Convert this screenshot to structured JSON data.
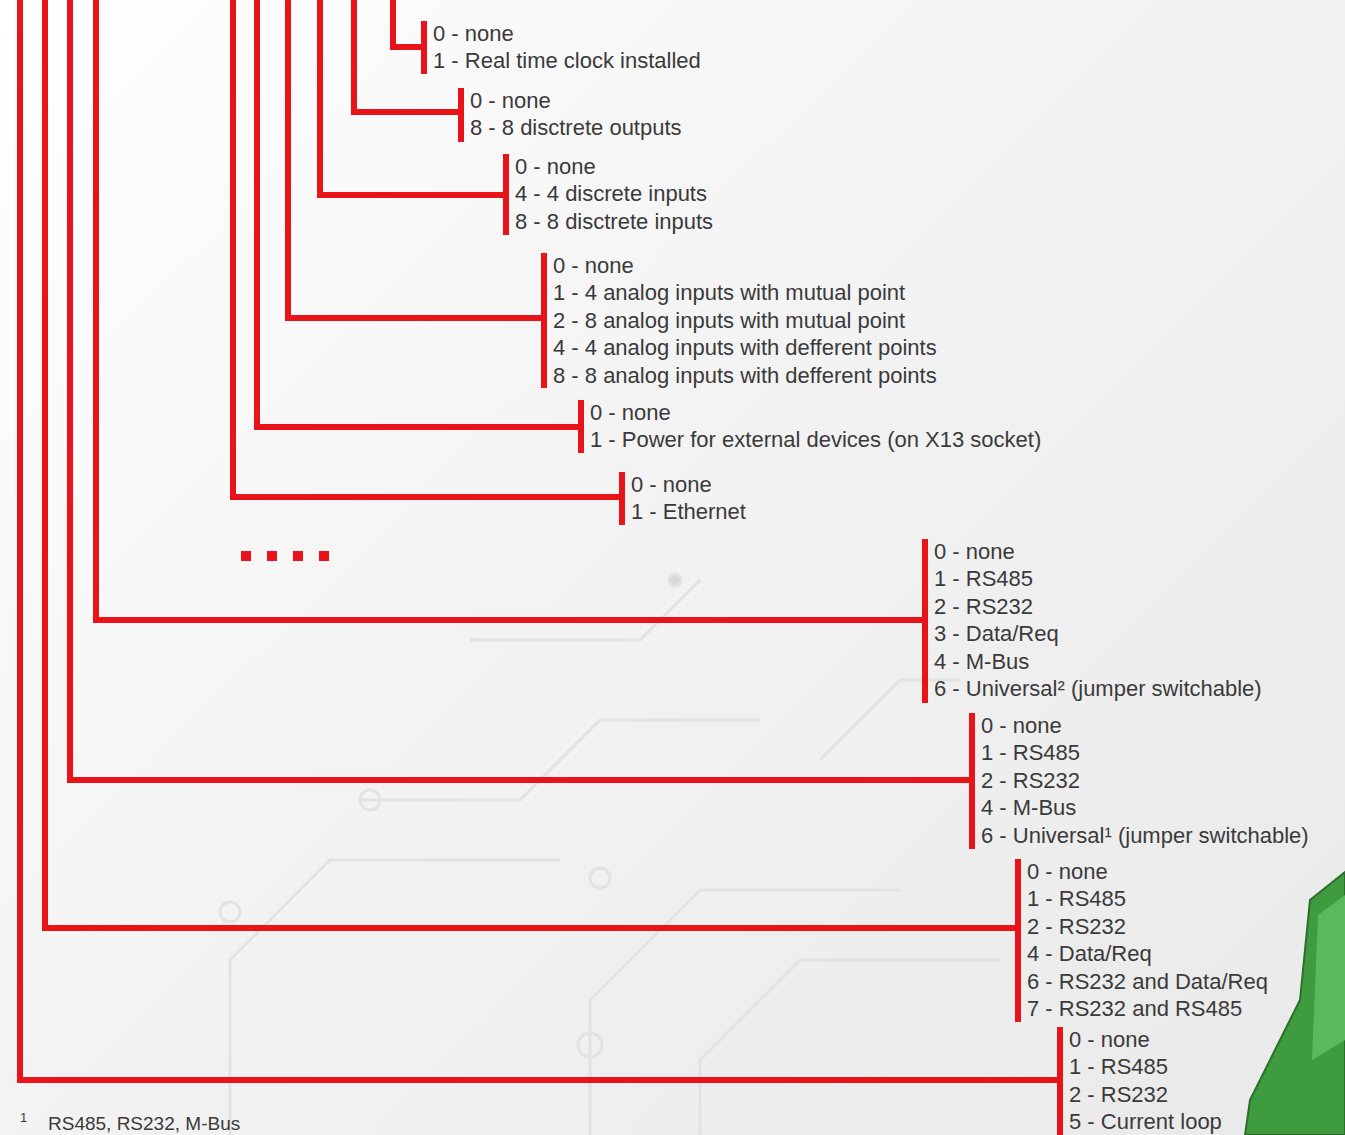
{
  "diagram": {
    "labels": [
      "0 - none",
      "1 - Real time clock installed",
      "0 - none",
      "8 - 8 disctrete outputs",
      "0 - none",
      "4 - 4 discrete inputs",
      "8 - 8 disctrete inputs",
      "0 - none",
      "1 - 4 analog inputs with mutual point",
      "2 - 8 analog inputs with mutual point",
      "4 - 4 analog inputs with defferent points",
      "8 - 8 analog inputs with defferent points",
      "0 - none",
      "1 - Power for external devices (on X13 socket)",
      "0 - none",
      "1 - Ethernet",
      "0 - none",
      "1 - RS485",
      "2 - RS232",
      "3 - Data/Req",
      "4 - M-Bus",
      "6 - Universal² (jumper switchable)",
      "0 - none",
      "1 - RS485",
      "2 - RS232",
      "4 - M-Bus",
      "6 - Universal¹ (jumper switchable)",
      "0 - none",
      "1 - RS485",
      "2 - RS232",
      "4 - Data/Req",
      "6 - RS232 and Data/Req",
      "7 - RS232 and RS485",
      "0 - none",
      "1 - RS485",
      "2 - RS232",
      "5 - Current loop",
      "1",
      "RS485, RS232, M-Bus"
    ]
  }
}
